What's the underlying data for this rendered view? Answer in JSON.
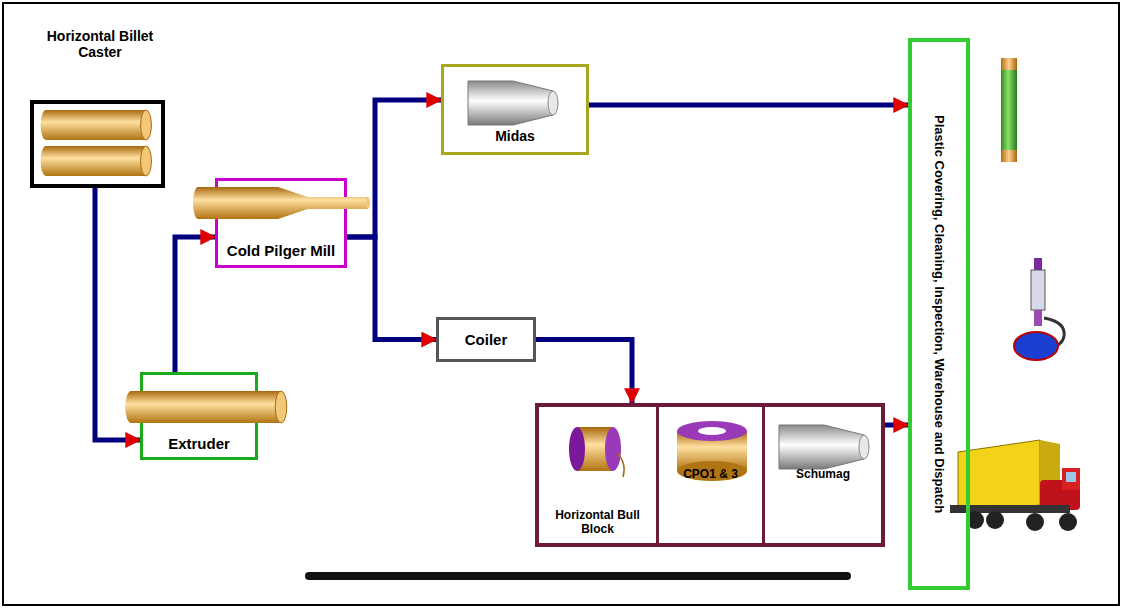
{
  "diagram": {
    "nodes": [
      {
        "text": [
          "Horizontal Billet Caster"
        ]
      },
      {
        "text": [
          "Extruder"
        ]
      },
      {
        "text": [
          "Cold Pilger Mill"
        ]
      },
      {
        "text": [
          "Midas"
        ]
      },
      {
        "text": [
          "Coiler"
        ]
      },
      {
        "text": []
      },
      {
        "text": [
          "Horizontal Bull Block"
        ],
        "in": 5
      },
      {
        "text": [
          "CPO1 & 3"
        ],
        "in": 5
      },
      {
        "text": [
          "Schumag"
        ],
        "in": 5
      },
      {
        "text": [
          "Plastic Covering, Cleaning, Inspection, Warehouse and Dispatch"
        ]
      }
    ],
    "edges": [
      {
        "from": 0,
        "to": 1,
        "arrow": "to"
      },
      {
        "from": 1,
        "to": 2,
        "arrow": "to"
      },
      {
        "from": 2,
        "to": 3,
        "arrow": "to"
      },
      {
        "from": 2,
        "to": 4,
        "arrow": "to"
      },
      {
        "from": 4,
        "to": 5,
        "arrow": "to"
      },
      {
        "from": 3,
        "to": 9,
        "arrow": "to"
      },
      {
        "from": 5,
        "to": 9,
        "arrow": "to"
      }
    ]
  }
}
